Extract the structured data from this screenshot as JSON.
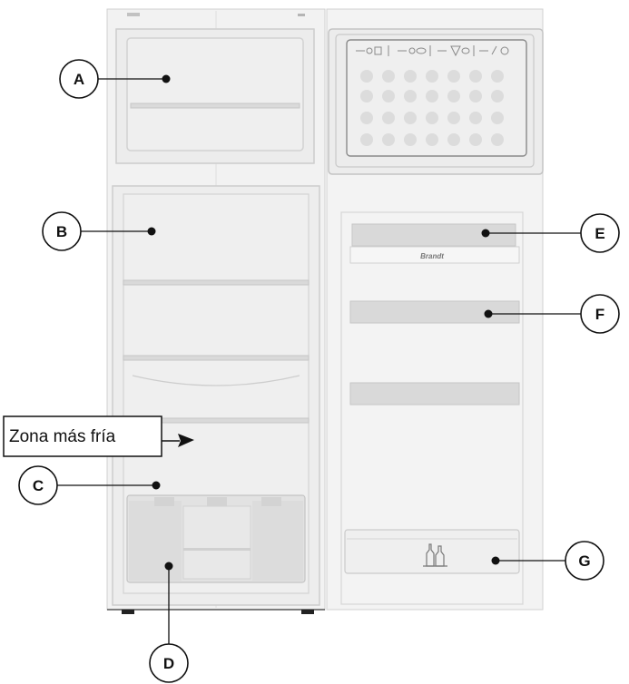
{
  "labels": {
    "a": "A",
    "b": "B",
    "c": "C",
    "d": "D",
    "e": "E",
    "f": "F",
    "g": "G"
  },
  "zone_label": "Zona más fría",
  "brand": "Brandt",
  "colors": {
    "outline": "#111111",
    "appliance_bg": "#f1f1f1",
    "appliance_line": "#c9c9c9",
    "shelf_fill": "#d9d9d9",
    "drawer_fill": "#e2e2e2"
  }
}
